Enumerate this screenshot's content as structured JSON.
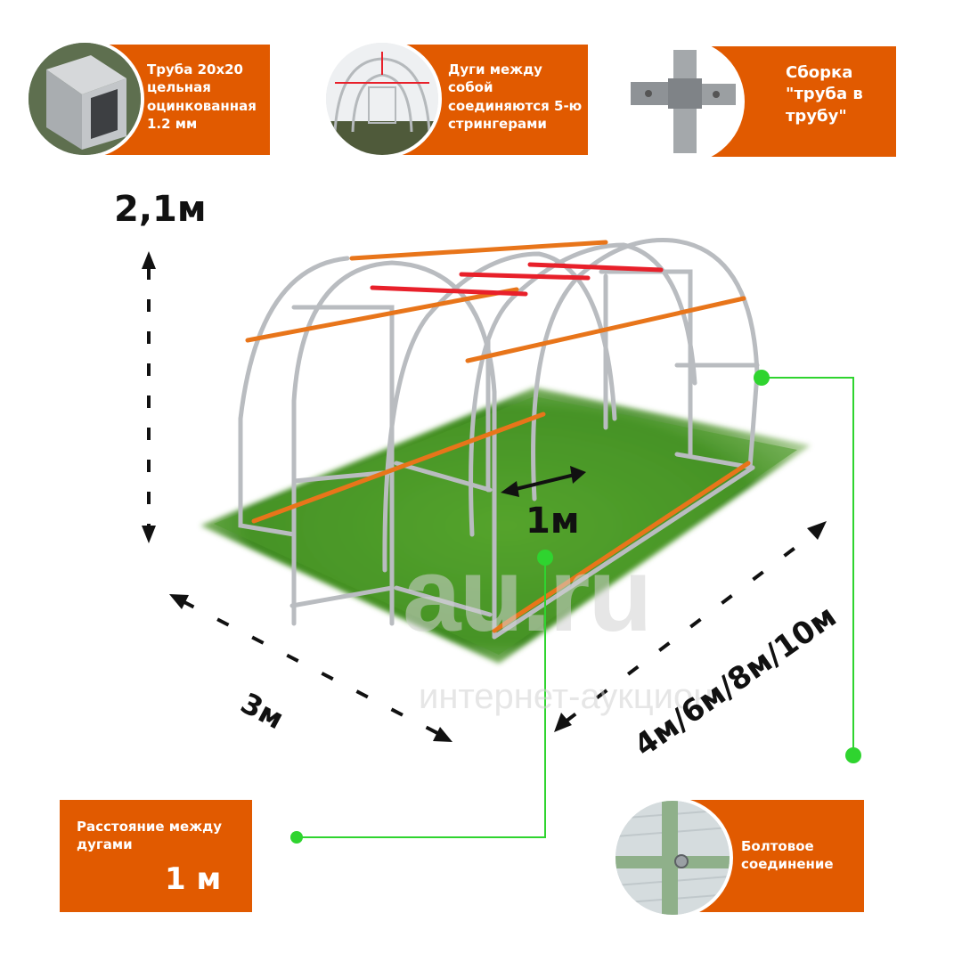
{
  "features_top": [
    {
      "text": "Труба 20х20\nцельная\nоцинкованная\n1.2 мм",
      "icon": "square-pipe-icon"
    },
    {
      "text": "Дуги между\nсобой\nсоединяются 5-ю\nстрингерами",
      "icon": "greenhouse-interior-icon"
    },
    {
      "text": "Сборка\n\"труба в\nтрубу\"",
      "icon": "pipe-joint-icon"
    }
  ],
  "features_bottom": [
    {
      "text": "Расстояние между\nдугами",
      "value": "1 м"
    },
    {
      "text": "Болтовое\nсоединение",
      "icon": "bolt-joint-icon"
    }
  ],
  "dimensions": {
    "height": "2,1м",
    "width": "3м",
    "arc_spacing": "1м",
    "length": "4м/6м/8м/10м"
  },
  "watermark": {
    "logo": "au.ru",
    "subtitle": "интернет-аукцион"
  },
  "colors": {
    "card": "#e15a00",
    "stringer": "#e8751a",
    "red_stringer": "#e8202a",
    "frame": "#b9bcc0",
    "grass": "#4f9a2a",
    "callout": "#2fd42f"
  }
}
